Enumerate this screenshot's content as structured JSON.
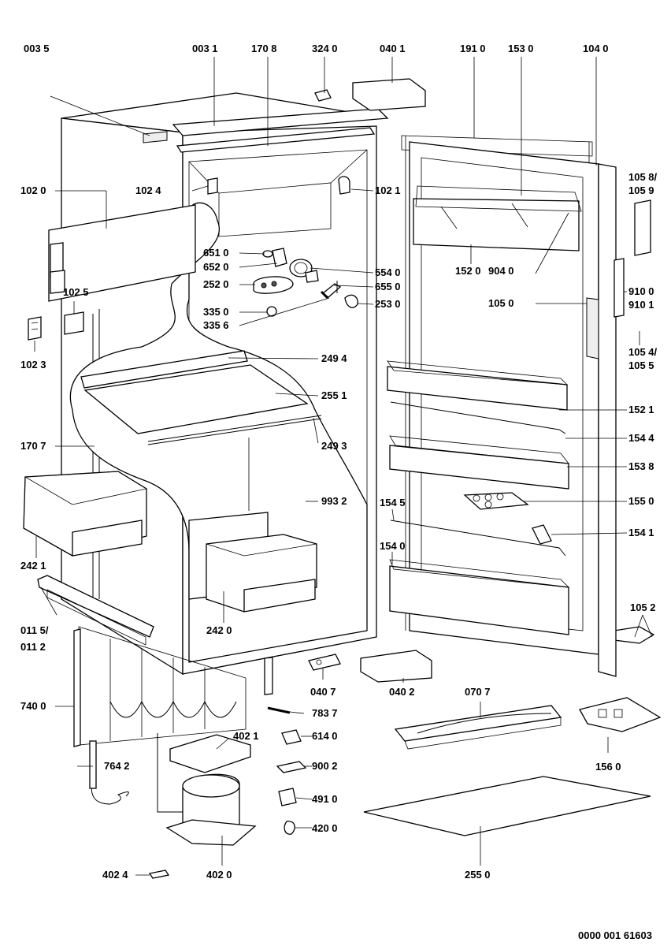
{
  "diagram": {
    "drawing_number": "0000 001 61603",
    "labels": [
      {
        "id": "l0035",
        "text": "003 5"
      },
      {
        "id": "l0031",
        "text": "003 1"
      },
      {
        "id": "l1708",
        "text": "170 8"
      },
      {
        "id": "l3240",
        "text": "324 0"
      },
      {
        "id": "l0401",
        "text": "040 1"
      },
      {
        "id": "l1910",
        "text": "191 0"
      },
      {
        "id": "l1530",
        "text": "153 0"
      },
      {
        "id": "l1040",
        "text": "104 0"
      },
      {
        "id": "l1058",
        "text": "105 8/"
      },
      {
        "id": "l1059",
        "text": "105 9"
      },
      {
        "id": "l1020",
        "text": "102 0"
      },
      {
        "id": "l1024",
        "text": "102 4"
      },
      {
        "id": "l1021",
        "text": "102 1"
      },
      {
        "id": "l6510",
        "text": "651 0"
      },
      {
        "id": "l6520",
        "text": "652 0"
      },
      {
        "id": "l5540",
        "text": "554 0"
      },
      {
        "id": "l2520",
        "text": "252 0"
      },
      {
        "id": "l6550",
        "text": "655 0"
      },
      {
        "id": "l2530",
        "text": "253 0"
      },
      {
        "id": "l3350",
        "text": "335 0"
      },
      {
        "id": "l3356",
        "text": "335 6"
      },
      {
        "id": "l1520",
        "text": "152 0"
      },
      {
        "id": "l9040",
        "text": "904 0"
      },
      {
        "id": "l9100",
        "text": "910 0"
      },
      {
        "id": "l9101",
        "text": "910 1"
      },
      {
        "id": "l1050",
        "text": "105 0"
      },
      {
        "id": "l1025",
        "text": "102 5"
      },
      {
        "id": "l1023",
        "text": "102 3"
      },
      {
        "id": "l1054",
        "text": "105 4/"
      },
      {
        "id": "l1055",
        "text": "105 5"
      },
      {
        "id": "l2494",
        "text": "249 4"
      },
      {
        "id": "l2551",
        "text": "255 1"
      },
      {
        "id": "l1521",
        "text": "152 1"
      },
      {
        "id": "l1707",
        "text": "170 7"
      },
      {
        "id": "l2493",
        "text": "249 3"
      },
      {
        "id": "l1544",
        "text": "154 4"
      },
      {
        "id": "l1538",
        "text": "153 8"
      },
      {
        "id": "l9932",
        "text": "993 2"
      },
      {
        "id": "l1550",
        "text": "155 0"
      },
      {
        "id": "l1545",
        "text": "154 5"
      },
      {
        "id": "l1541",
        "text": "154 1"
      },
      {
        "id": "l1540",
        "text": "154 0"
      },
      {
        "id": "l2421",
        "text": "242 1"
      },
      {
        "id": "l0115",
        "text": "011 5/"
      },
      {
        "id": "l0112",
        "text": "011 2"
      },
      {
        "id": "l2420",
        "text": "242 0"
      },
      {
        "id": "l1052",
        "text": "105 2"
      },
      {
        "id": "l0407",
        "text": "040 7"
      },
      {
        "id": "l0402",
        "text": "040 2"
      },
      {
        "id": "l0707",
        "text": "070 7"
      },
      {
        "id": "l7400",
        "text": "740 0"
      },
      {
        "id": "l7837",
        "text": "783 7"
      },
      {
        "id": "l4021",
        "text": "402 1"
      },
      {
        "id": "l6140",
        "text": "614 0"
      },
      {
        "id": "l1560",
        "text": "156 0"
      },
      {
        "id": "l7642",
        "text": "764 2"
      },
      {
        "id": "l9002",
        "text": "900 2"
      },
      {
        "id": "l4910",
        "text": "491 0"
      },
      {
        "id": "l4200",
        "text": "420 0"
      },
      {
        "id": "l4024",
        "text": "402 4"
      },
      {
        "id": "l4020",
        "text": "402 0"
      },
      {
        "id": "l2550",
        "text": "255 0"
      }
    ]
  }
}
